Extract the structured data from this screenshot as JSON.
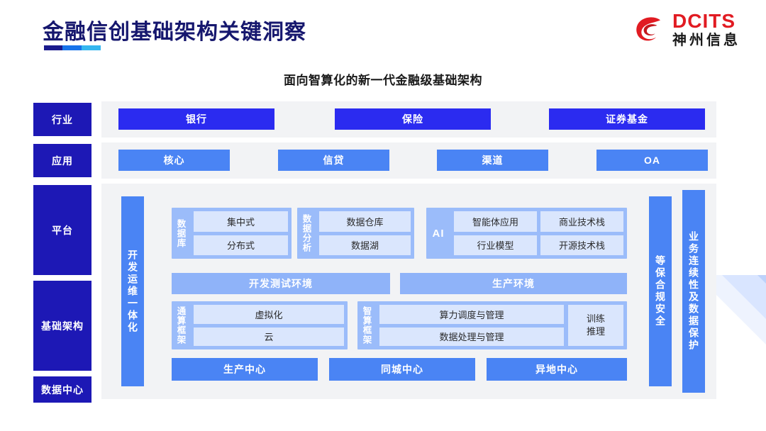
{
  "header": {
    "title": "金融信创基础架构关键洞察",
    "subtitle": "面向智算化的新一代金融级基础架构",
    "logo_en": "DCITS",
    "logo_cn": "神州信息",
    "accent_navy": "#16176e",
    "accent_red": "#e11b22",
    "rule_colors": [
      "#1a1a8c",
      "#1773ea",
      "#35b6ef"
    ]
  },
  "rows": {
    "industry": {
      "label": "行业",
      "items": [
        "银行",
        "保险",
        "证券基金"
      ]
    },
    "application": {
      "label": "应用",
      "items": [
        "核心",
        "信贷",
        "渠道",
        "OA"
      ]
    },
    "platform": {
      "label": "平台"
    },
    "infrastructure": {
      "label": "基础架构"
    },
    "datacenter": {
      "label": "数据中心"
    }
  },
  "side_bars": {
    "devops": "开发运维一体化",
    "compliance": "等保合规安全",
    "continuity": "业务连续性及数据保护"
  },
  "platform": {
    "database": {
      "label": "数据库",
      "items": [
        "集中式",
        "分布式"
      ]
    },
    "analytics": {
      "label": "数据分析",
      "items": [
        "数据仓库",
        "数据湖"
      ]
    },
    "ai": {
      "label": "AI",
      "items": [
        "智能体应用",
        "商业技术栈",
        "行业模型",
        "开源技术栈"
      ]
    },
    "environments": [
      "开发测试环境",
      "生产环境"
    ]
  },
  "infra": {
    "general_compute": {
      "label": "通算框架",
      "items": [
        "虚拟化",
        "云"
      ]
    },
    "ai_compute": {
      "label": "智算框架",
      "items": [
        "算力调度与管理",
        "数据处理与管理"
      ],
      "side": "训练\n推理",
      "side_line1": "训练",
      "side_line2": "推理"
    }
  },
  "datacenters": [
    "生产中心",
    "同城中心",
    "异地中心"
  ],
  "colors": {
    "navy_label": "#1d18b5",
    "strong_blue": "#2b2bf0",
    "mid_blue": "#4a84f4",
    "soft_blue": "#9bbcfa",
    "pale_blue": "#dae6fd",
    "panel_gray": "#f2f3f5"
  }
}
